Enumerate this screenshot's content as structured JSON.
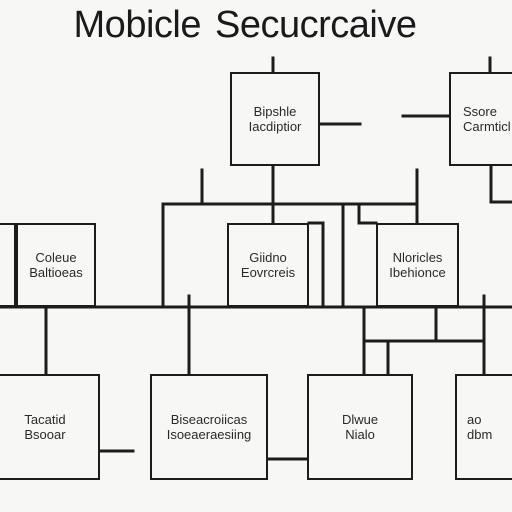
{
  "title": {
    "word1": "Mobicle",
    "word2": "Secucrcaive"
  },
  "nodes": {
    "top_center": [
      "Bipshle",
      "Iacdiptior"
    ],
    "top_right": [
      "Ssore",
      "Carmticl"
    ],
    "mid_left": [
      "Coleue",
      "Baltioeas"
    ],
    "mid_center": [
      "Giidno",
      "Eovrcreis"
    ],
    "mid_right": [
      "Nloricles",
      "Ibehionce"
    ],
    "bot_1": [
      "Tacatid",
      "Bsooar"
    ],
    "bot_2": [
      "Biseacroiicas",
      "Isoeaeraesiing"
    ],
    "bot_3": [
      "Dlwue",
      "Nialo"
    ],
    "bot_4": [
      "ao",
      "dbm"
    ]
  }
}
